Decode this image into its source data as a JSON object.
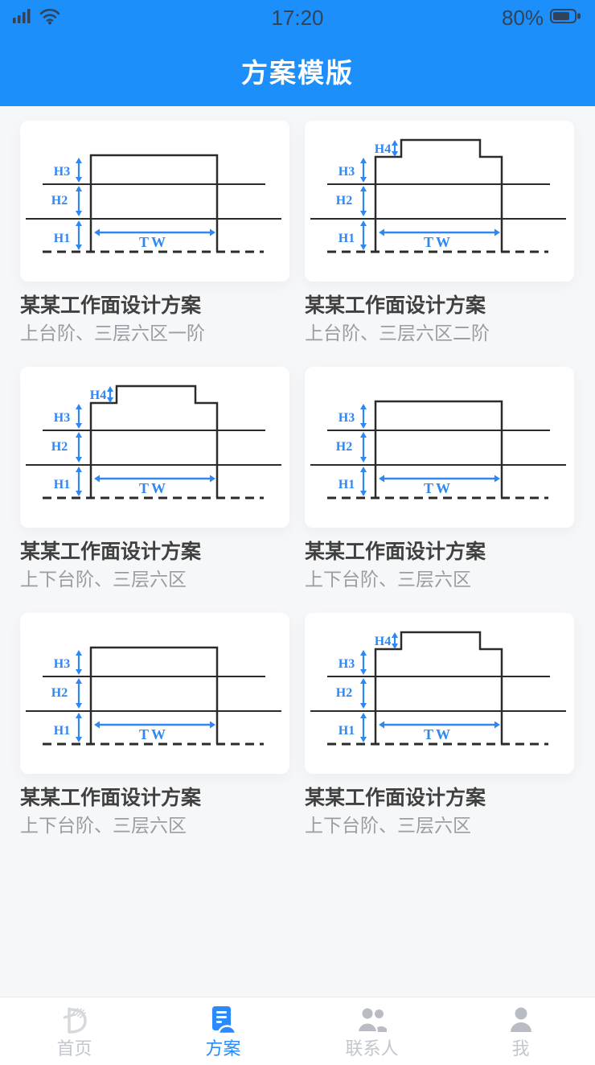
{
  "status_bar": {
    "time": "17:20",
    "battery_percent": "80%"
  },
  "header": {
    "title": "方案模版"
  },
  "cards": [
    {
      "title": "某某工作面设计方案",
      "subtitle": "上台阶、三层六区一阶",
      "variant": "flat",
      "labels": {
        "h1": "H1",
        "h2": "H2",
        "h3": "H3",
        "tw": "TW"
      }
    },
    {
      "title": "某某工作面设计方案",
      "subtitle": "上台阶、三层六区二阶",
      "variant": "stepped",
      "labels": {
        "h1": "H1",
        "h2": "H2",
        "h3": "H3",
        "h4": "H4",
        "tw": "TW"
      }
    },
    {
      "title": "某某工作面设计方案",
      "subtitle": "上下台阶、三层六区",
      "variant": "stepped",
      "labels": {
        "h1": "H1",
        "h2": "H2",
        "h3": "H3",
        "h4": "H4",
        "tw": "TW"
      }
    },
    {
      "title": "某某工作面设计方案",
      "subtitle": "上下台阶、三层六区",
      "variant": "flat",
      "labels": {
        "h1": "H1",
        "h2": "H2",
        "h3": "H3",
        "tw": "TW"
      }
    },
    {
      "title": "某某工作面设计方案",
      "subtitle": "上下台阶、三层六区",
      "variant": "flat",
      "labels": {
        "h1": "H1",
        "h2": "H2",
        "h3": "H3",
        "tw": "TW"
      }
    },
    {
      "title": "某某工作面设计方案",
      "subtitle": "上下台阶、三层六区",
      "variant": "stepped",
      "labels": {
        "h1": "H1",
        "h2": "H2",
        "h3": "H3",
        "h4": "H4",
        "tw": "TW"
      }
    }
  ],
  "tab_bar": {
    "items": [
      {
        "id": "home",
        "label": "首页",
        "icon": "home-icon",
        "active": false
      },
      {
        "id": "plan",
        "label": "方案",
        "icon": "plan-icon",
        "active": true
      },
      {
        "id": "contacts",
        "label": "联系人",
        "icon": "contacts-icon",
        "active": false
      },
      {
        "id": "me",
        "label": "我",
        "icon": "profile-icon",
        "active": false
      }
    ]
  },
  "colors": {
    "accent": "#2b8afb",
    "header_blue": "#1d8ffb",
    "diagram_blue": "#2f87f3",
    "line_dark": "#2b2b2b",
    "inactive_icon": "#b9bdc3",
    "home_icon_gray": "#d5d8dc"
  }
}
